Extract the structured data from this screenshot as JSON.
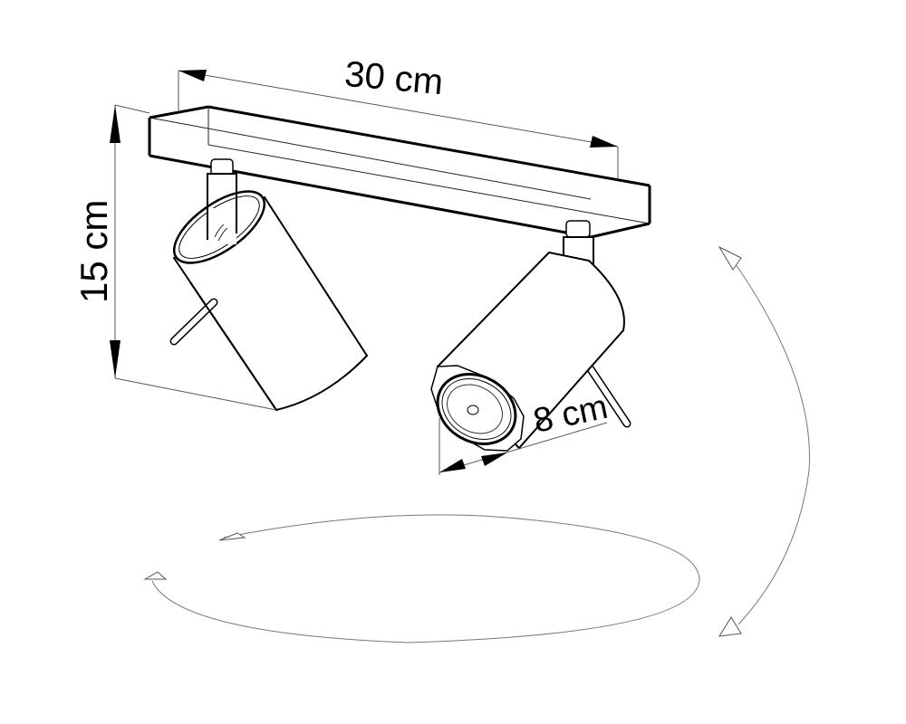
{
  "diagram": {
    "subject": "Two-spot ceiling spotlight fixture (technical line drawing)",
    "dimensions": {
      "width": {
        "value": 30,
        "unit": "cm",
        "label": "30 cm"
      },
      "height": {
        "value": 15,
        "unit": "cm",
        "label": "15 cm"
      },
      "diameter": {
        "value": 8,
        "unit": "cm",
        "label": "8 cm"
      }
    },
    "components": {
      "base_plate": "Rectangular ceiling mounting plate",
      "spot_left": "Cylindrical spotlight tilted down-left, with adjustment pin",
      "spot_right": "Cylindrical spotlight tilted forward-left, with lens face visible",
      "rotation_horizontal": "Elliptical arrow indicating horizontal rotation",
      "rotation_vertical": "Arc arrow indicating vertical tilt"
    },
    "colors": {
      "line": "#000000",
      "dimension_line": "#555555",
      "background": "#ffffff"
    }
  }
}
